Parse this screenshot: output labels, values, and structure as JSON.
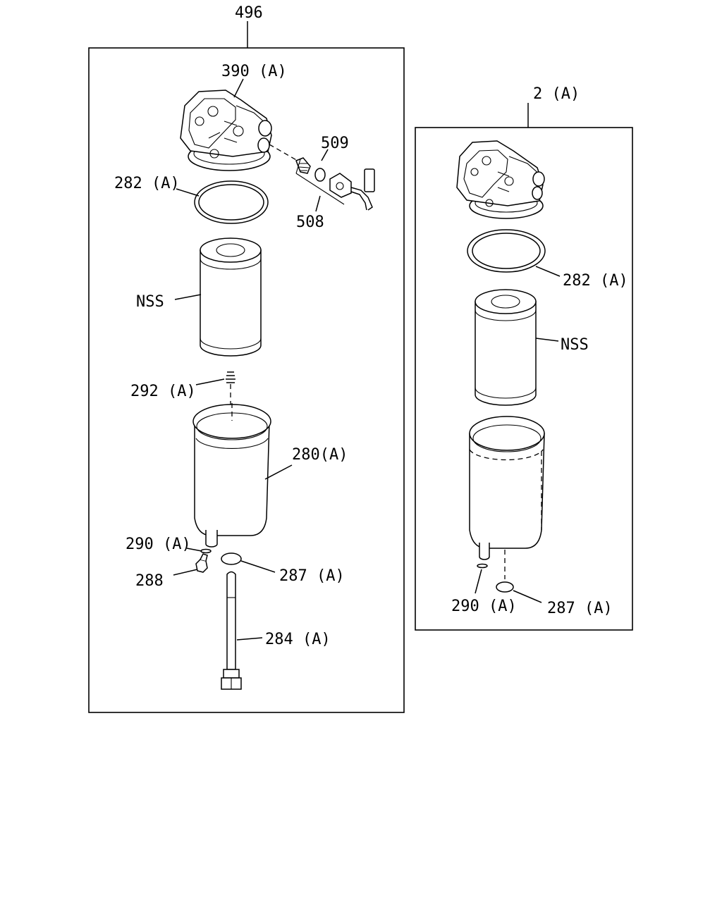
{
  "labels": {
    "assy_left": "496",
    "assy_right": "2 (A)",
    "l_390": "390 (A)",
    "l_509": "509",
    "l_508": "508",
    "l_282": "282 (A)",
    "l_nss": "NSS",
    "l_292": "292 (A)",
    "l_280": "280(A)",
    "l_290": "290 (A)",
    "l_288": "288",
    "l_287": "287 (A)",
    "l_284": "284 (A)",
    "r_282": "282 (A)",
    "r_nss": "NSS",
    "r_290": "290 (A)",
    "r_287": "287 (A)"
  }
}
